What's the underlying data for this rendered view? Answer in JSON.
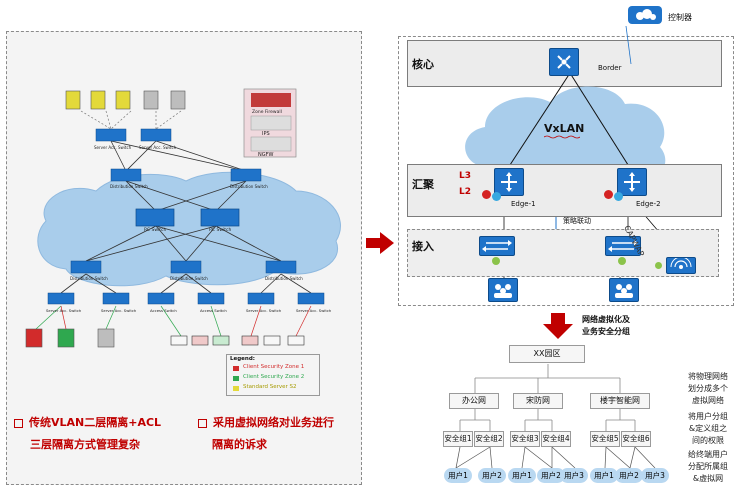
{
  "left_panel": {
    "topology_labels": {
      "server_access": "Server Acc. Switch",
      "distribution": "Distribution Switch",
      "rc_switch": "RC Switch",
      "access_switch": "Access Switch",
      "zone_firewall": "Zone Firewall",
      "ips": "IPS",
      "ngfw": "NGFW"
    },
    "legend": {
      "title": "Legend:",
      "items": [
        {
          "label": "Client Security Zone 1",
          "color": "#d22b2b"
        },
        {
          "label": "Client Security Zone 2",
          "color": "#2fa84f"
        },
        {
          "label": "Standard Server S2",
          "color": "#e3d93a"
        }
      ]
    },
    "bullet_1_line1": "传统VLAN二层隔离+ACL",
    "bullet_1_line2": "三层隔离方式管理复杂",
    "bullet_2_line1": "采用虚拟网络对业务进行",
    "bullet_2_line2": "隔离的诉求"
  },
  "right_panel": {
    "controller_label": "控制器",
    "core_label": "核心",
    "border_label": "Border",
    "vxlan_label": "VxLAN",
    "agg_label": "汇聚",
    "l3_label": "L3",
    "l2_label": "L2",
    "edge1_label": "Edge-1",
    "edge2_label": "Edge-2",
    "policy_label": "策略联动",
    "access_label": "接入",
    "capwap_label": "CAPWAP"
  },
  "virtualization": {
    "caption_line1": "网络虚拟化及",
    "caption_line2": "业务安全分组"
  },
  "tree": {
    "root": "XX园区",
    "networks": [
      "办公网",
      "宋防网",
      "楼宇智能网"
    ],
    "groups": [
      "安全组1",
      "安全组2",
      "安全组3",
      "安全组4",
      "安全组5",
      "安全组6"
    ],
    "users": [
      "用户1",
      "用户2",
      "用户1",
      "用户2",
      "用户3",
      "用户1",
      "用户2",
      "用户3"
    ]
  },
  "notes": {
    "note1": [
      "将物理网络",
      "划分成多个",
      "虚拟网络"
    ],
    "note2": [
      "将用户分组",
      "&定义组之",
      "间的权限"
    ],
    "note3": [
      "给终端用户",
      "分配所属组",
      "&虚拟网"
    ]
  },
  "colors": {
    "accent_red": "#c00000",
    "switch_blue": "#1f73c9",
    "cloud_blue": "#a9cdeb"
  }
}
